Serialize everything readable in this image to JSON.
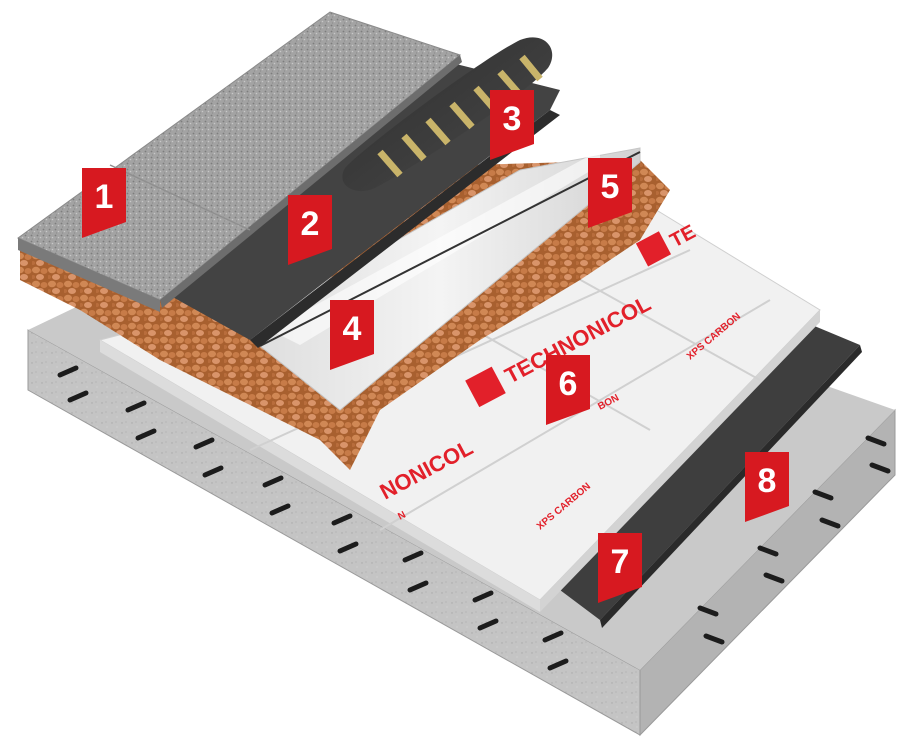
{
  "markers": [
    {
      "label": "1",
      "layer": "bitumen shingle top sheet"
    },
    {
      "label": "2",
      "layer": "bitumen underlay sheet"
    },
    {
      "label": "3",
      "layer": "rolled membrane"
    },
    {
      "label": "4",
      "layer": "screed"
    },
    {
      "label": "5",
      "layer": "expanded clay fill"
    },
    {
      "label": "6",
      "layer": "XPS insulation boards"
    },
    {
      "label": "7",
      "layer": "vapour barrier"
    },
    {
      "label": "8",
      "layer": "concrete slab"
    }
  ],
  "board_print": {
    "brand": "TECHNONICOL",
    "brand_partial": "NONICOL",
    "brand_top": "TE",
    "product": "XPS CARBON",
    "product_partial": "BON",
    "letter_n": "N"
  },
  "colors": {
    "marker_red": "#d71920",
    "brand_red": "#e2202a",
    "concrete": "#bfbfbf",
    "membrane": "#3c3c3c",
    "granules": "#9a9a9a",
    "clay": "#c27a4a",
    "insulation": "#f2f2f2"
  }
}
